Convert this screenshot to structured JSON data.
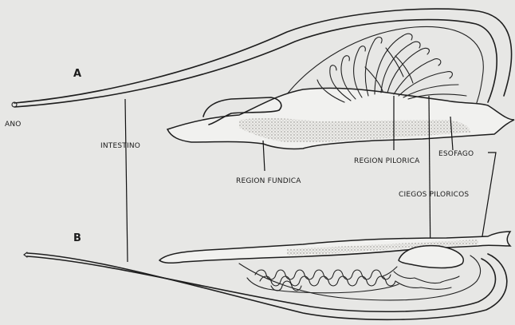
{
  "panels": {
    "a": "A",
    "b": "B"
  },
  "labels": {
    "ano": "ANO",
    "intestino": "INTESTINO",
    "region_fundica": "REGION FUNDICA",
    "region_pilorica": "REGION PILORICA",
    "esofago": "ESOFAGO",
    "ciegos_piloricos": "CIEGOS PILORICOS"
  }
}
